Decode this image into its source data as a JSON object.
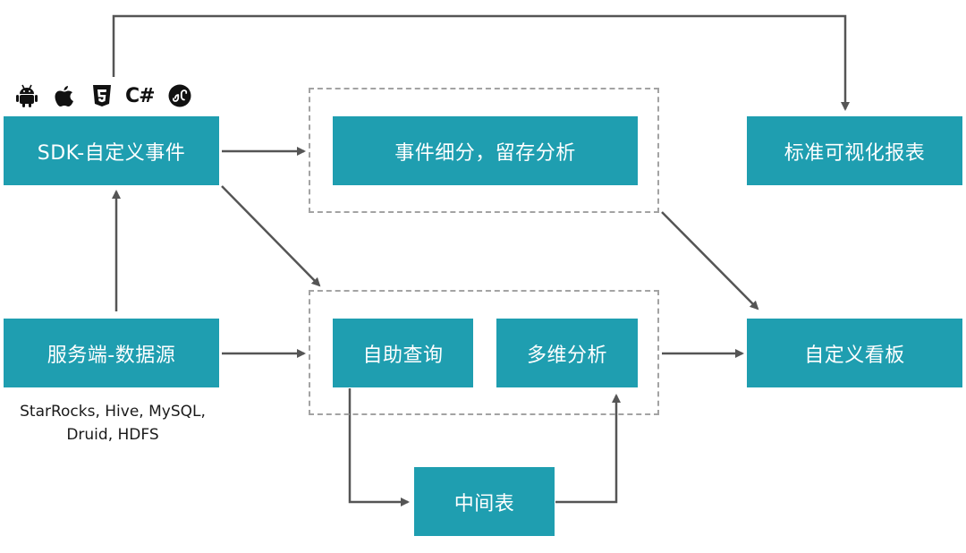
{
  "nodes": {
    "sdk_events": "SDK-自定义事件",
    "server_data_source": "服务端-数据源",
    "event_breakdown": "事件细分，留存分析",
    "standard_reports": "标准可视化报表",
    "self_query": "自助查询",
    "multi_dim": "多维分析",
    "custom_dashboard": "自定义看板",
    "intermediate_table": "中间表"
  },
  "data_sources": {
    "line1": "StarRocks, Hive, MySQL,",
    "line2": "Druid, HDFS"
  },
  "sdk_platforms": [
    {
      "icon": "android-icon"
    },
    {
      "icon": "apple-icon"
    },
    {
      "icon": "html5-icon"
    },
    {
      "icon": "csharp-icon",
      "label": "C#"
    },
    {
      "icon": "mini-program-icon"
    }
  ],
  "colors": {
    "box": "#1f9eb0",
    "box_text": "#ffffff",
    "arrow": "#555555",
    "dashed_border": "#a3a3a3",
    "icon": "#111111"
  }
}
